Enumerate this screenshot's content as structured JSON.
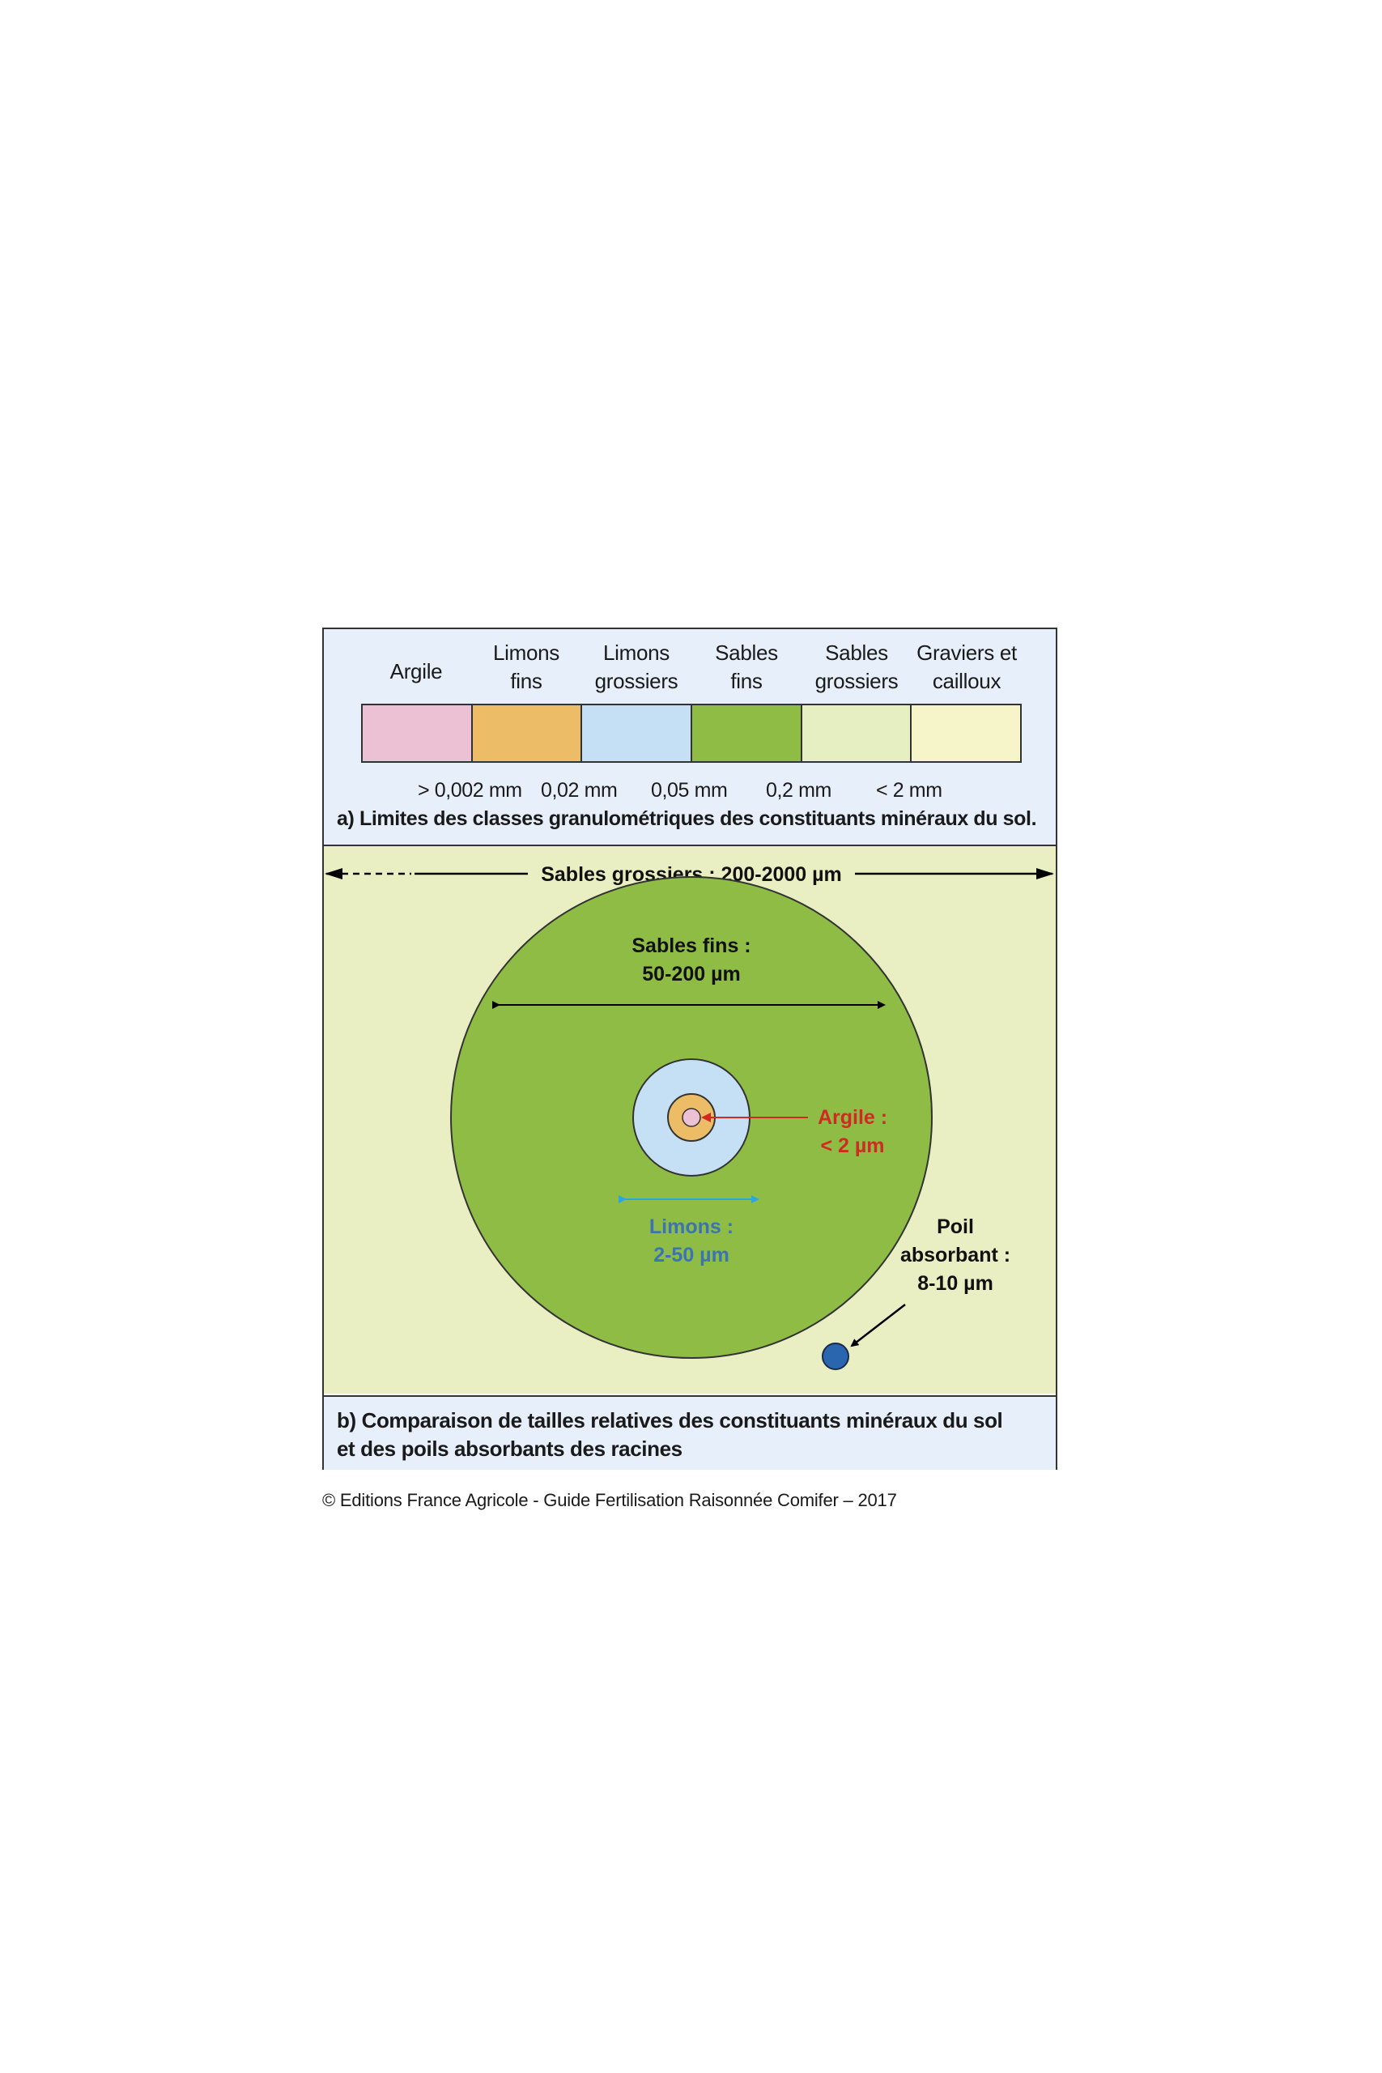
{
  "panel_a": {
    "classes": [
      {
        "line1": "Argile",
        "line2": "",
        "color": "#ecc1d3"
      },
      {
        "line1": "Limons",
        "line2": "fins",
        "color": "#ecbd66"
      },
      {
        "line1": "Limons",
        "line2": "grossiers",
        "color": "#c5e0f4"
      },
      {
        "line1": "Sables",
        "line2": "fins",
        "color": "#8fbc45"
      },
      {
        "line1": "Sables",
        "line2": "grossiers",
        "color": "#e6efc1"
      },
      {
        "line1": "Graviers et",
        "line2": "cailloux",
        "color": "#f6f5c9"
      }
    ],
    "limits": [
      "> 0,002 mm",
      "0,02 mm",
      "0,05 mm",
      "0,2 mm",
      "< 2 mm"
    ],
    "caption": "a) Limites des classes granulométriques des constituants minéraux du sol."
  },
  "panel_b": {
    "sables_grossiers": "Sables grossiers : 200-2000 µm",
    "sables_fins_line1": "Sables fins :",
    "sables_fins_line2": "50-200 µm",
    "argile_line1": "Argile :",
    "argile_line2": "< 2 µm",
    "limons_line1": "Limons :",
    "limons_line2": "2-50 µm",
    "poil_line1": "Poil",
    "poil_line2": "absorbant :",
    "poil_line3": "8-10 µm",
    "colors": {
      "sables_fins": "#8fbc45",
      "limons": "#c5e0f4",
      "argile_ring": "#ecbd66",
      "argile_core": "#ecc1d3",
      "poil": "#2a66b0",
      "argile_text": "#d02a23",
      "limons_text": "#3a74b5",
      "limons_arrow": "#29a8e0"
    }
  },
  "panel_c": {
    "caption_line1": "b) Comparaison de tailles relatives des constituants minéraux du sol",
    "caption_line2": "et des poils absorbants des racines"
  },
  "copyright": "© Editions France Agricole - Guide Fertilisation Raisonnée Comifer – 2017"
}
